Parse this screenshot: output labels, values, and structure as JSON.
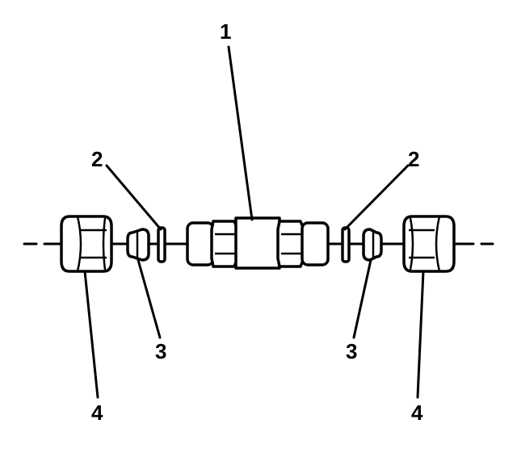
{
  "callouts": {
    "c1": "1",
    "c2_left": "2",
    "c2_right": "2",
    "c3_left": "3",
    "c3_right": "3",
    "c4_left": "4",
    "c4_right": "4"
  },
  "colors": {
    "line": "#000000",
    "background": "#ffffff"
  }
}
